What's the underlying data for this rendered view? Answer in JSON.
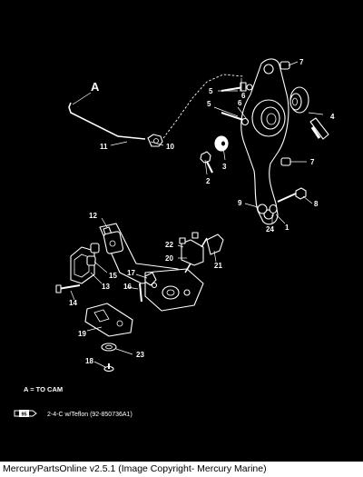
{
  "diagram": {
    "callout_A": "A",
    "cam_note": "A = TO CAM",
    "legend_badge": "95",
    "legend_text": "2-4-C w/Teflon (92-850736A1)",
    "callouts": {
      "c1": "1",
      "c2": "2",
      "c3": "3",
      "c4": "4",
      "c5a": "5",
      "c5b": "5",
      "c6a": "6",
      "c6b": "6",
      "c7a": "7",
      "c7b": "7",
      "c8": "8",
      "c9": "9",
      "c10": "10",
      "c11": "11",
      "c12": "12",
      "c13": "13",
      "c14": "14",
      "c15": "15",
      "c16": "16",
      "c17": "17",
      "c18": "18",
      "c19": "19",
      "c20": "20",
      "c21": "21",
      "c22": "22",
      "c23": "23",
      "c24": "24"
    }
  },
  "footer": {
    "text": "MercuryPartsOnline v2.5.1 (Image Copyright- Mercury Marine)"
  }
}
